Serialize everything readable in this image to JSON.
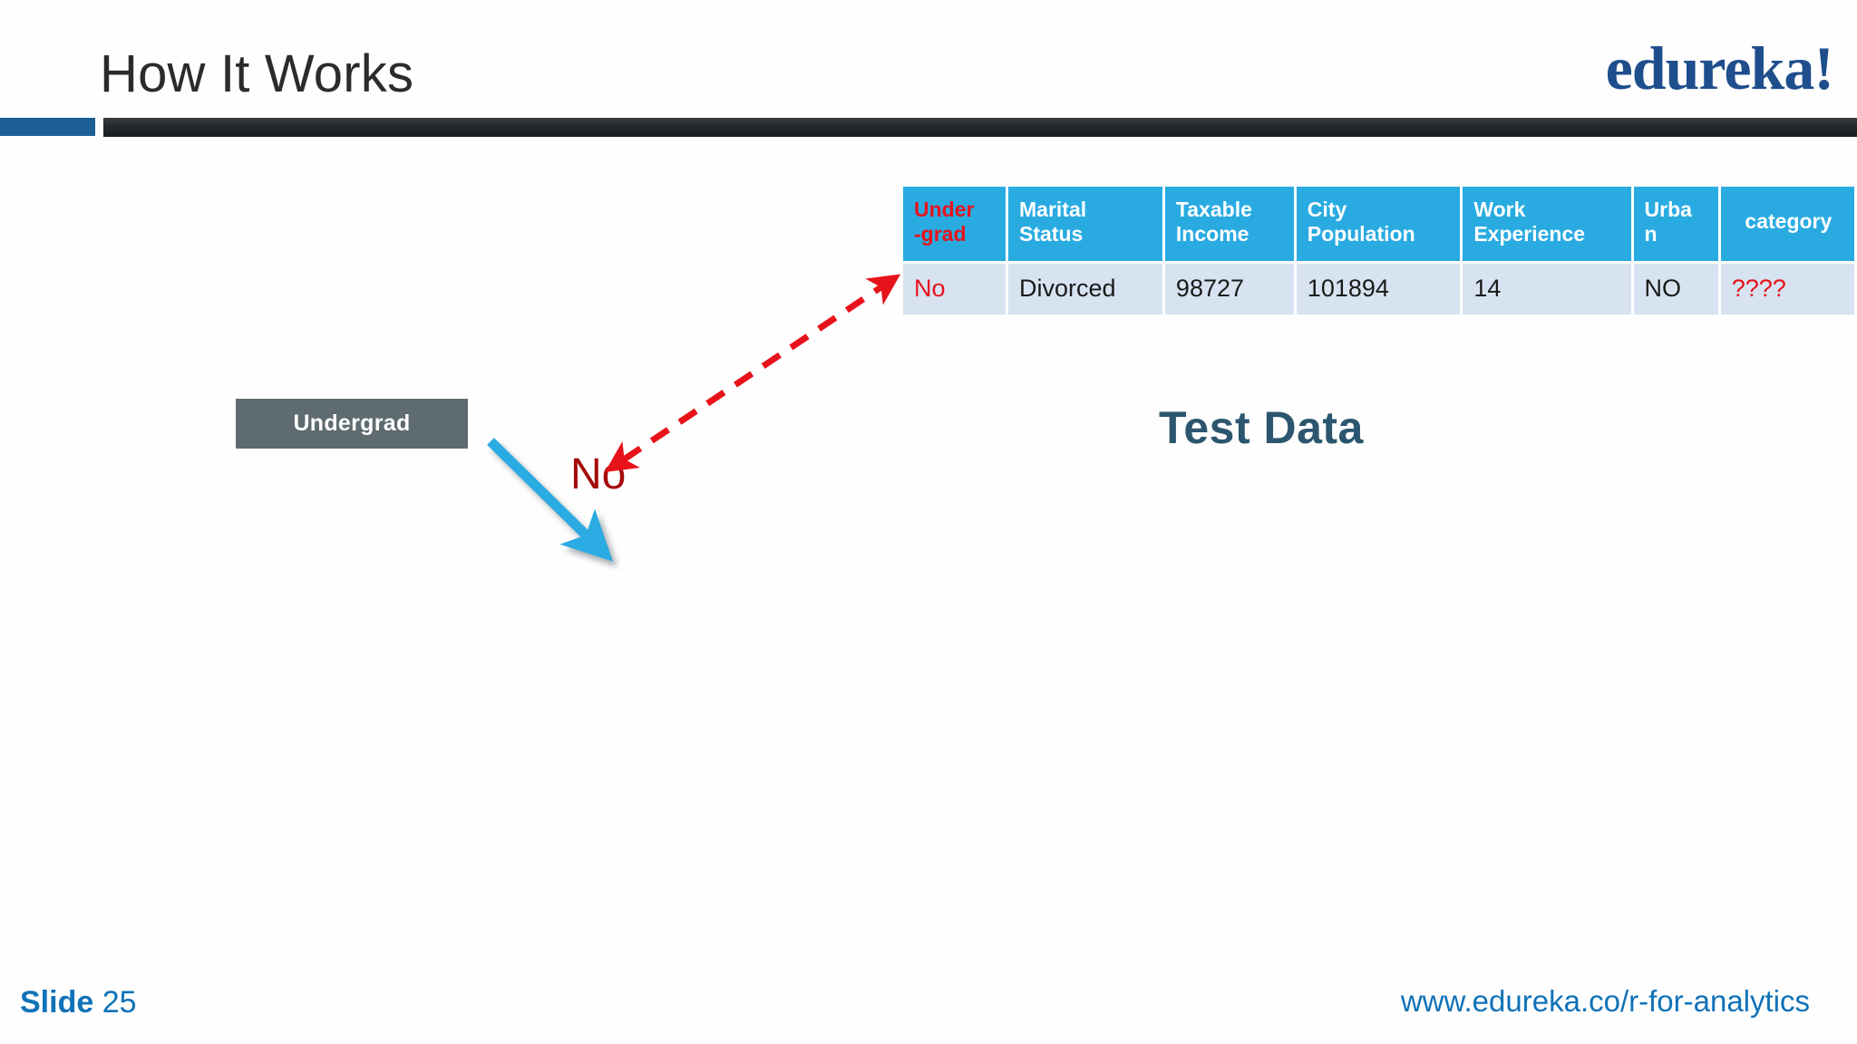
{
  "header": {
    "title": "How It Works",
    "logo": "edureka!",
    "accent_blue": "#1b5f96",
    "rule_dark": "#24282c"
  },
  "table": {
    "name": "Test Data",
    "header_bg": "#29abe2",
    "cell_bg": "#d7e3f1",
    "highlight_color": "#e8121a",
    "columns": [
      {
        "label": "Under\n-grad",
        "line1": "Under",
        "line2": "-grad",
        "highlight": true,
        "align": "left"
      },
      {
        "label": "Marital Status",
        "line1": "Marital",
        "line2": "Status",
        "highlight": false,
        "align": "left"
      },
      {
        "label": "Taxable Income",
        "line1": "Taxable",
        "line2": "Income",
        "highlight": false,
        "align": "left"
      },
      {
        "label": "City Population",
        "line1": "City",
        "line2": "Population",
        "highlight": false,
        "align": "left"
      },
      {
        "label": "Work Experience",
        "line1": "Work",
        "line2": "Experience",
        "highlight": false,
        "align": "left"
      },
      {
        "label": "Urban",
        "line1": "Urba",
        "line2": "n",
        "highlight": false,
        "align": "left"
      },
      {
        "label": "category",
        "line1": "category",
        "line2": "",
        "highlight": false,
        "align": "center"
      }
    ],
    "rows": [
      {
        "Under-grad": "No",
        "Marital Status": "Divorced",
        "Taxable Income": "98727",
        "City Population": "101894",
        "Work Experience": "14",
        "Urban": "NO",
        "category": "????"
      }
    ]
  },
  "diagram": {
    "node_label": "Undergrad",
    "node_color": "#5e6b70",
    "branch_label": "No",
    "branch_label_color": "#a50b0b",
    "blue_arrow_color": "#29abe2",
    "dashed_arrow_color": "#e8121a",
    "section_title": "Test Data",
    "section_title_color": "#2c566f"
  },
  "footer": {
    "slide_label": "Slide",
    "slide_number": "25",
    "url": "www.edureka.co/r-for-analytics",
    "color": "#1072b8"
  }
}
